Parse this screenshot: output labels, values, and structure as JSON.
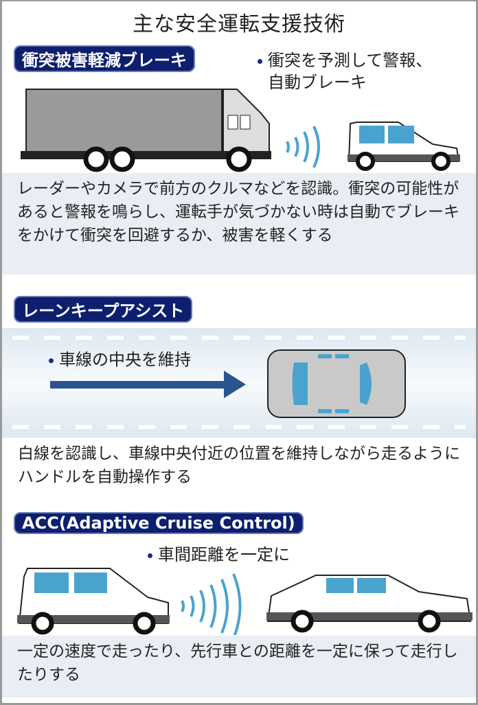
{
  "title": "主な安全運転支援技術",
  "sections": [
    {
      "label": "衝突被害軽減ブレーキ",
      "bullet_lines": [
        "衝突を予測して警報、",
        "自動ブレーキ"
      ],
      "description": "レーダーやカメラで前方のクルマなどを認識。衝突の可能性があると警報を鳴らし、運転手が気づかない時は自動でブレーキをかけて衝突を回避するか、被害を軽くする"
    },
    {
      "label": "レーンキープアシスト",
      "bullet": "車線の中央を維持",
      "description": "白線を認識し、車線中央付近の位置を維持しながら走るようにハンドルを自動操作する"
    },
    {
      "label": "ACC(Adaptive Cruise Control)",
      "bullet": "車間距離を一定に",
      "description": "一定の速度で走ったり、先行車との距離を一定に保って走行したりする"
    }
  ],
  "colors": {
    "pill": "#0d1f6e",
    "glass": "#4aa3cf",
    "arrow": "#2b5390",
    "desc_bg": "#e9eef4"
  }
}
